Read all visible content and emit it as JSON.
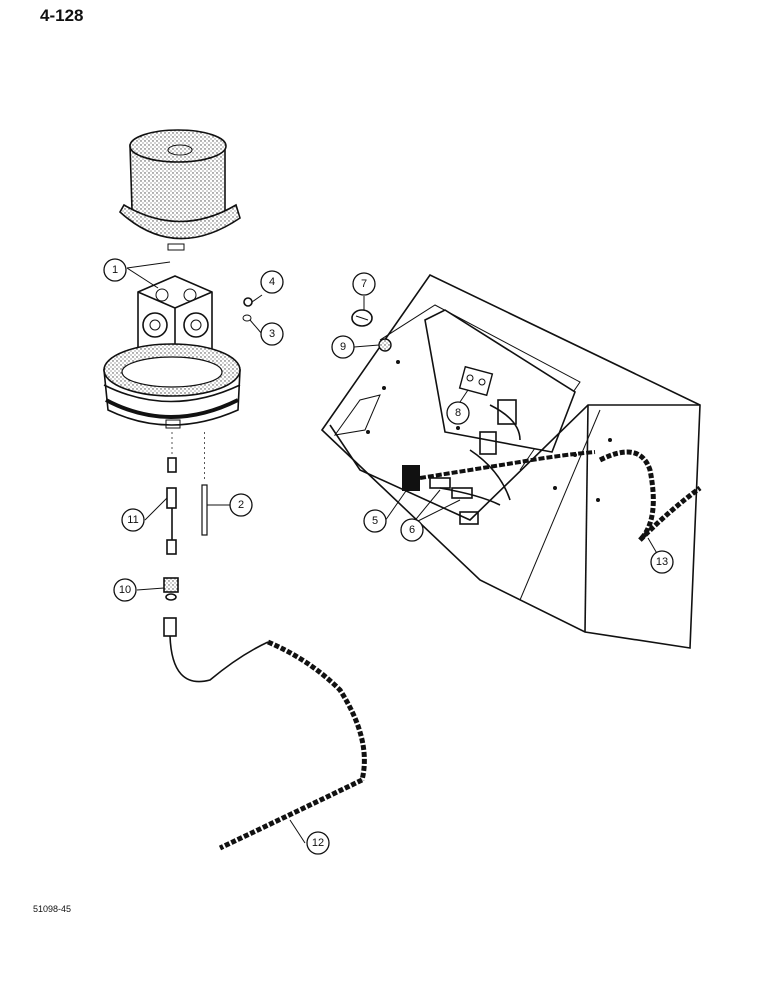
{
  "page": {
    "number": "4-128",
    "figure_code": "51098-45"
  },
  "callouts": [
    "1",
    "2",
    "3",
    "4",
    "5",
    "6",
    "7",
    "8",
    "9",
    "10",
    "11",
    "12",
    "13"
  ]
}
